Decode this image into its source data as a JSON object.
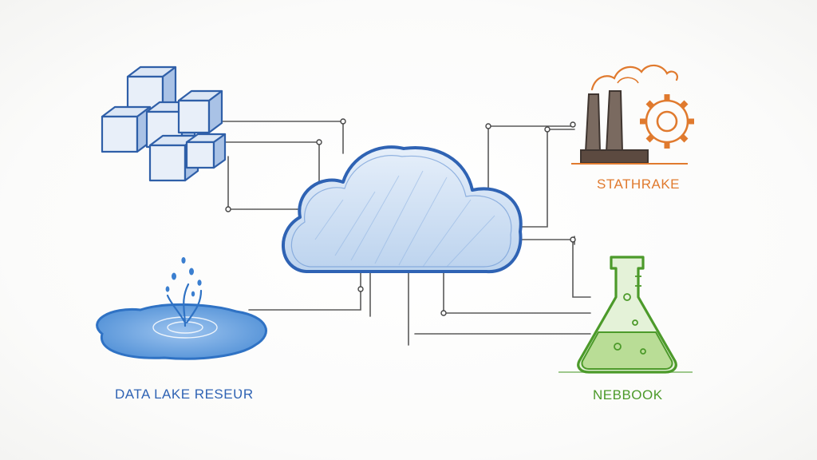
{
  "labels": {
    "data_lake": "DATA LAKE RESEƲR",
    "factory": "STATHRAKE",
    "notebook": "NEBBOOK"
  },
  "icons": {
    "center": "cloud-icon",
    "top_left": "cubes-icon",
    "top_right": "factory-gear-icon",
    "bottom_left": "water-splash-icon",
    "bottom_right": "flask-icon"
  },
  "colors": {
    "cloud": "#2f63b4",
    "cubes": "#2f5fa8",
    "lake": "#2f72c4",
    "factory": "#e07a2e",
    "factory_body": "#5c4a40",
    "flask": "#4c9a2a",
    "pipes": "#555555"
  }
}
